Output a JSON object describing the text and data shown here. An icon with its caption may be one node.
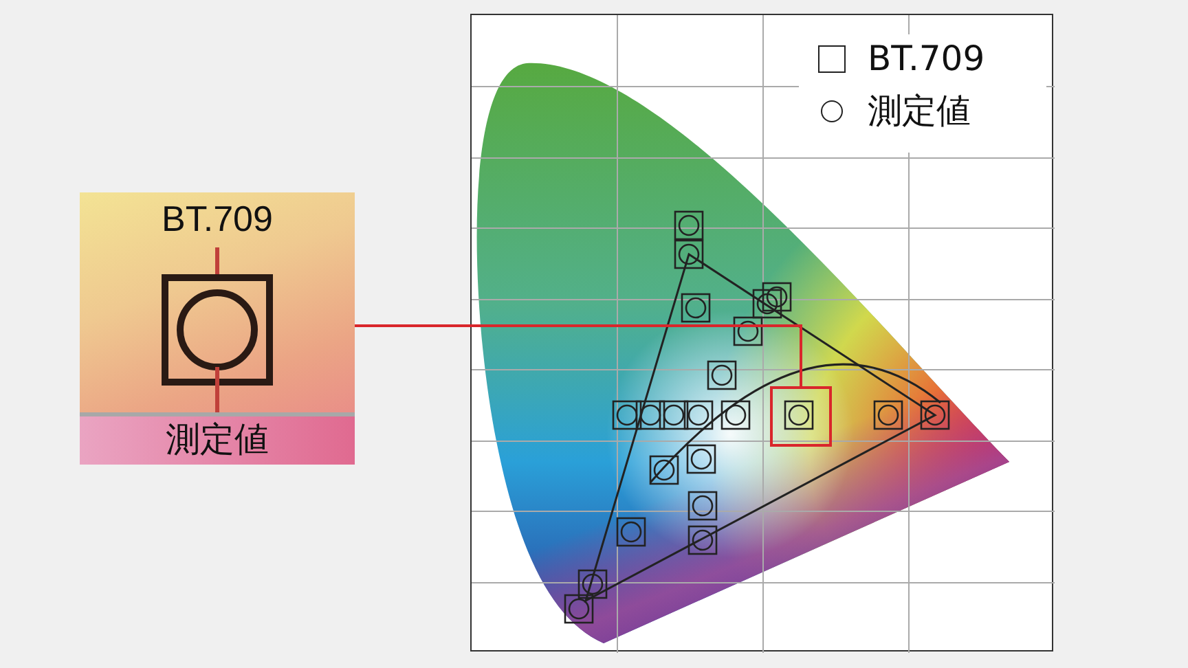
{
  "diagram": {
    "nodes": [
      {
        "text": [
          "BT.709",
          "測定値"
        ]
      },
      {
        "text": [],
        "shape": "box"
      }
    ],
    "edges": [
      {
        "from": 0,
        "to": 1,
        "arrow": "none",
        "color": "#d9262b"
      }
    ],
    "legend": [
      {
        "text": "BT.709"
      },
      {
        "text": "測定値"
      }
    ]
  }
}
